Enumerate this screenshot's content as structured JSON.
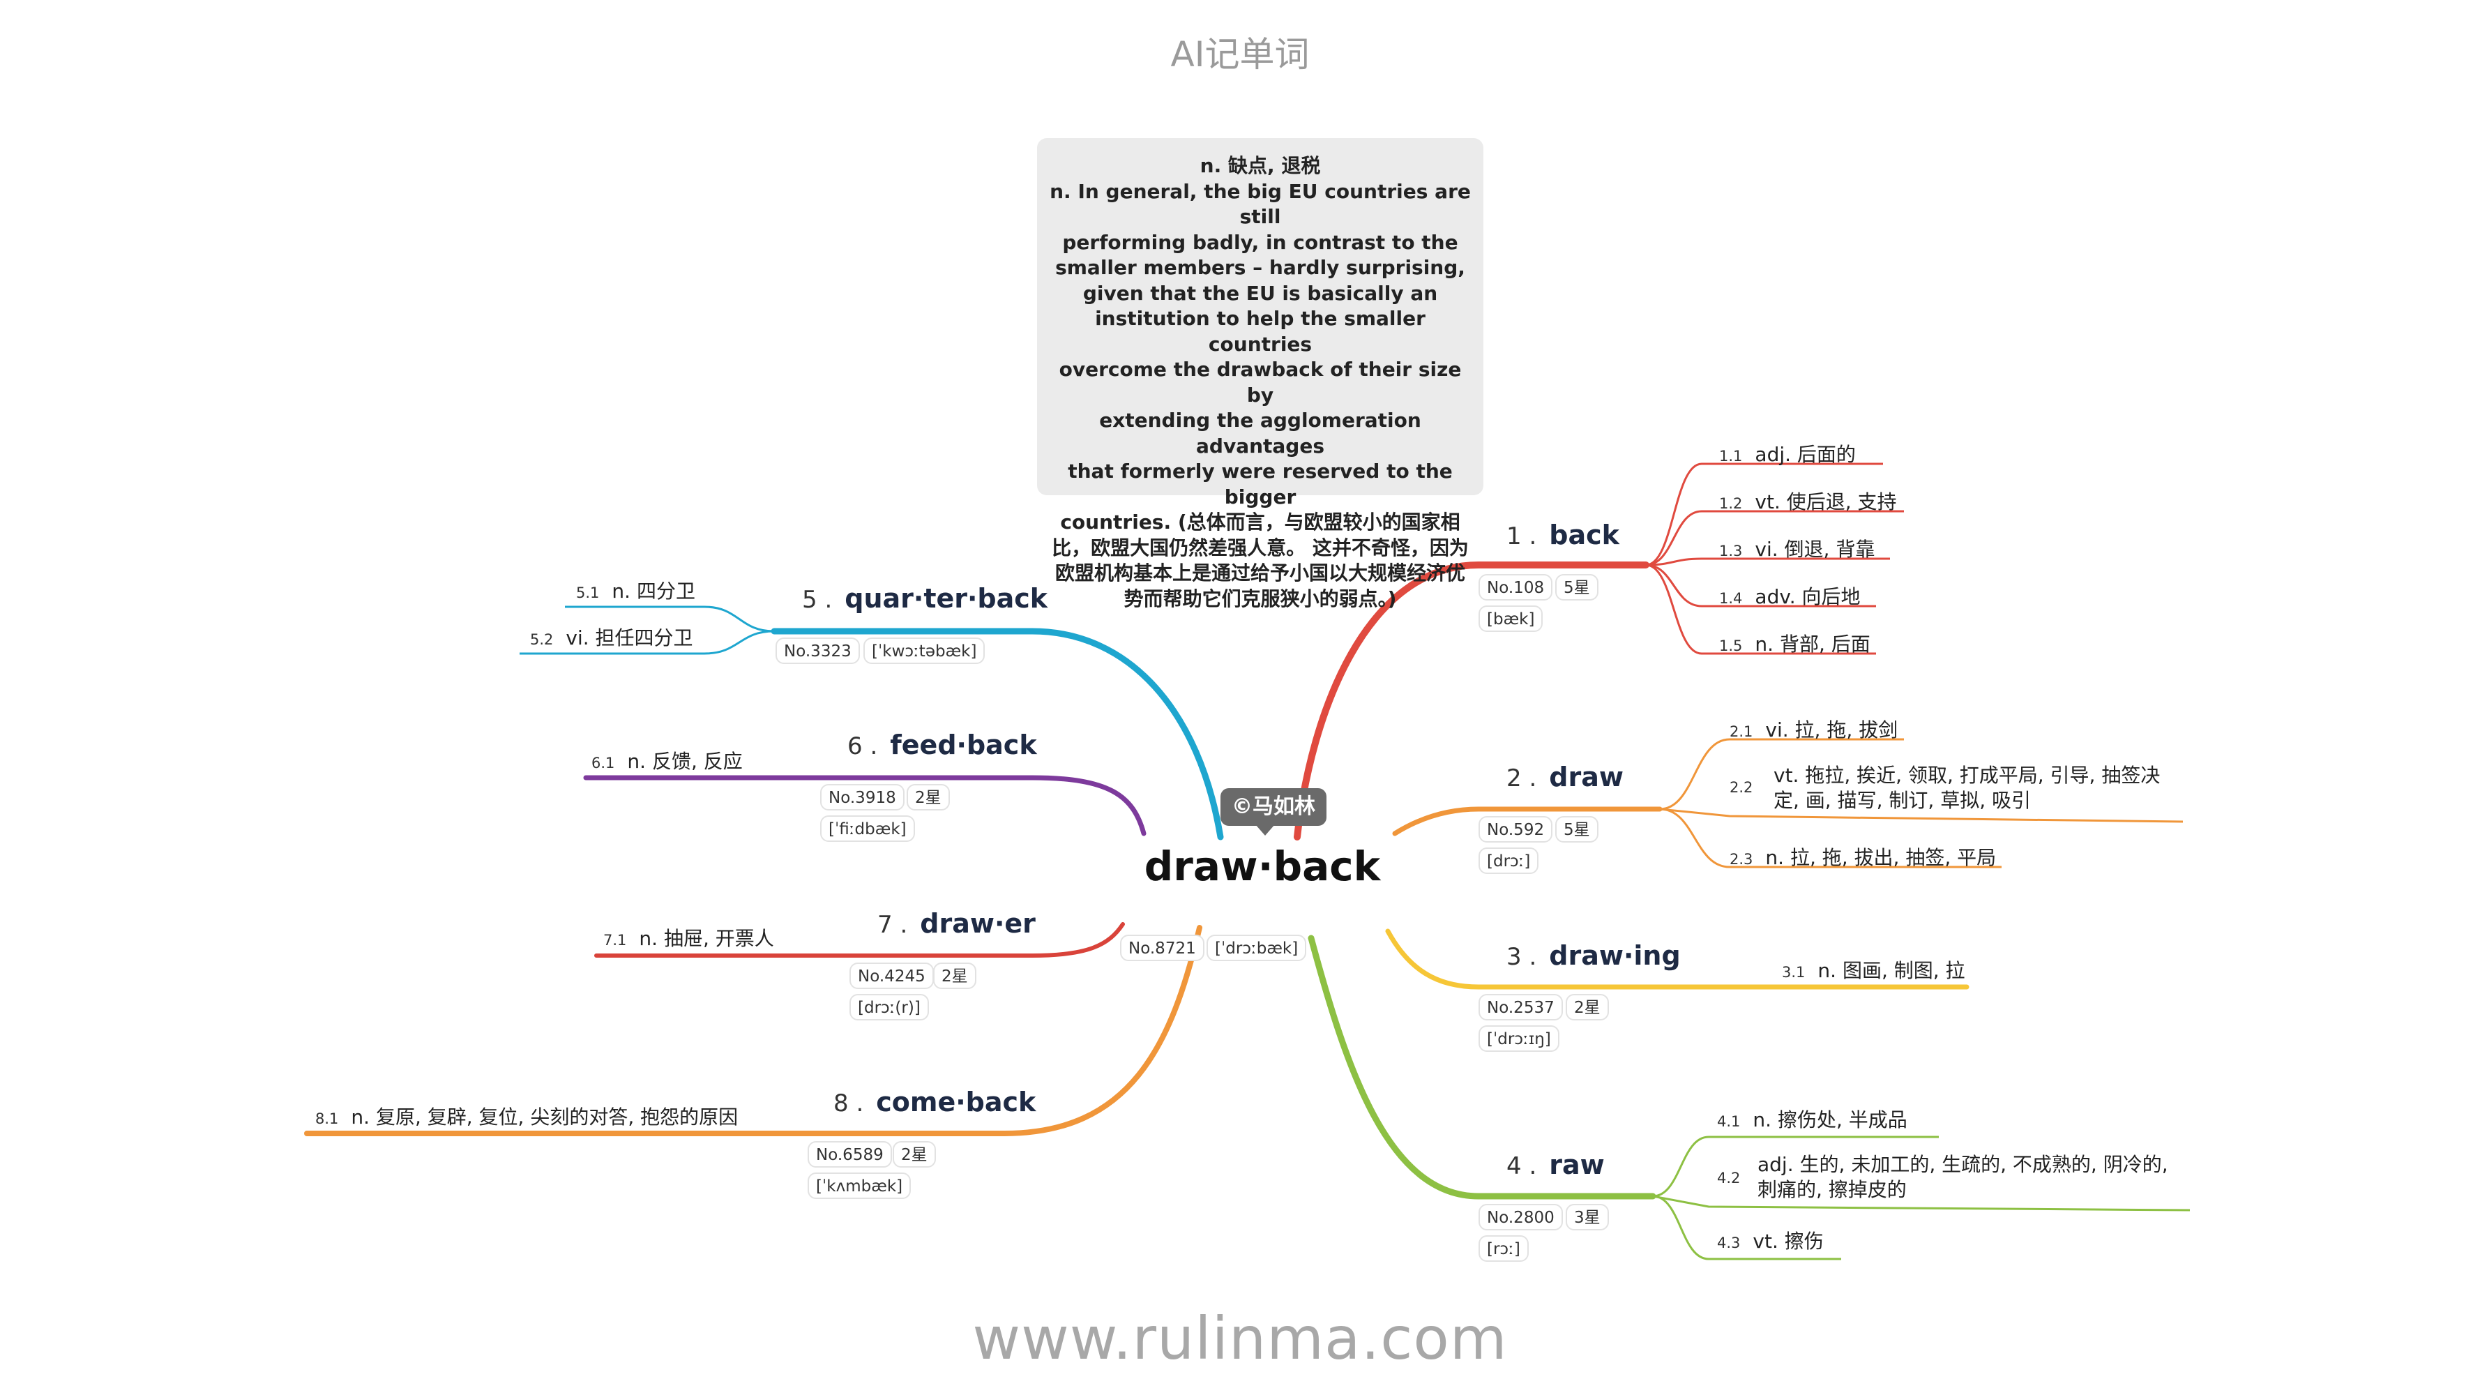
{
  "header": {
    "title": "AI记单词"
  },
  "footer": {
    "site": "www.rulinma.com"
  },
  "author": {
    "label": "©马如林"
  },
  "center": {
    "word": "draw·back",
    "number": "No.8721",
    "phonetic": "[ˈdrɔːbæk]"
  },
  "example": {
    "lines": [
      "n. 缺点, 退税",
      "n. In general, the big EU countries are still",
      "performing badly, in contrast to the",
      "smaller members – hardly surprising,",
      "given that the EU is basically an",
      "institution to help the smaller countries",
      "overcome the drawback of their size by",
      "extending the agglomeration advantages",
      "that formerly were reserved to the bigger",
      "countries. (总体而言，与欧盟较小的国家相",
      "比，欧盟大国仍然差强人意。 这并不奇怪，因为",
      "欧盟机构基本上是通过给予小国以大规模经济优",
      "势而帮助它们克服狭小的弱点。)"
    ]
  },
  "branches": [
    {
      "index": "1 .",
      "word": "back",
      "number": "No.108",
      "stars": "5星",
      "phonetic": "[bæk]",
      "color": "#e04a3f",
      "senses": [
        {
          "n": "1.1",
          "text": "adj. 后面的"
        },
        {
          "n": "1.2",
          "text": "vt. 使后退, 支持"
        },
        {
          "n": "1.3",
          "text": "vi. 倒退, 背靠"
        },
        {
          "n": "1.4",
          "text": "adv. 向后地"
        },
        {
          "n": "1.5",
          "text": "n. 背部, 后面"
        }
      ]
    },
    {
      "index": "2 .",
      "word": "draw",
      "number": "No.592",
      "stars": "5星",
      "phonetic": "[drɔː]",
      "color": "#f0963a",
      "senses": [
        {
          "n": "2.1",
          "text": "vi. 拉, 拖, 拔剑"
        },
        {
          "n": "2.2",
          "text": "vt. 拖拉, 挨近, 领取, 打成平局, 引导, 抽签决定, 画, 描写, 制订, 草拟, 吸引"
        },
        {
          "n": "2.3",
          "text": "n. 拉, 拖, 拔出, 抽签, 平局"
        }
      ]
    },
    {
      "index": "3 .",
      "word": "draw·ing",
      "number": "No.2537",
      "stars": "2星",
      "phonetic": "[ˈdrɔːɪŋ]",
      "color": "#f6c637",
      "senses": [
        {
          "n": "3.1",
          "text": "n. 图画, 制图, 拉"
        }
      ]
    },
    {
      "index": "4 .",
      "word": "raw",
      "number": "No.2800",
      "stars": "3星",
      "phonetic": "[rɔː]",
      "color": "#8dc043",
      "senses": [
        {
          "n": "4.1",
          "text": "n. 擦伤处, 半成品"
        },
        {
          "n": "4.2",
          "text": "adj. 生的, 未加工的, 生疏的, 不成熟的, 阴冷的, 刺痛的, 擦掉皮的"
        },
        {
          "n": "4.3",
          "text": "vt. 擦伤"
        }
      ]
    },
    {
      "index": "5 .",
      "word": "quar·ter·back",
      "number": "No.3323",
      "phonetic": "[ˈkwɔːtəbæk]",
      "color": "#1ea6cf",
      "senses": [
        {
          "n": "5.1",
          "text": "n. 四分卫"
        },
        {
          "n": "5.2",
          "text": "vi. 担任四分卫"
        }
      ]
    },
    {
      "index": "6 .",
      "word": "feed·back",
      "number": "No.3918",
      "stars": "2星",
      "phonetic": "[ˈfiːdbæk]",
      "color": "#7d3a9c",
      "senses": [
        {
          "n": "6.1",
          "text": "n. 反馈, 反应"
        }
      ]
    },
    {
      "index": "7 .",
      "word": "draw·er",
      "number": "No.4245",
      "stars": "2星",
      "phonetic": "[drɔː(r)]",
      "color": "#d9433a",
      "senses": [
        {
          "n": "7.1",
          "text": "n. 抽屉, 开票人"
        }
      ]
    },
    {
      "index": "8 .",
      "word": "come·back",
      "number": "No.6589",
      "stars": "2星",
      "phonetic": "[ˈkʌmbæk]",
      "color": "#f0963a",
      "senses": [
        {
          "n": "8.1",
          "text": "n. 复原, 复辟, 复位, 尖刻的对答, 抱怨的原因"
        }
      ]
    }
  ]
}
